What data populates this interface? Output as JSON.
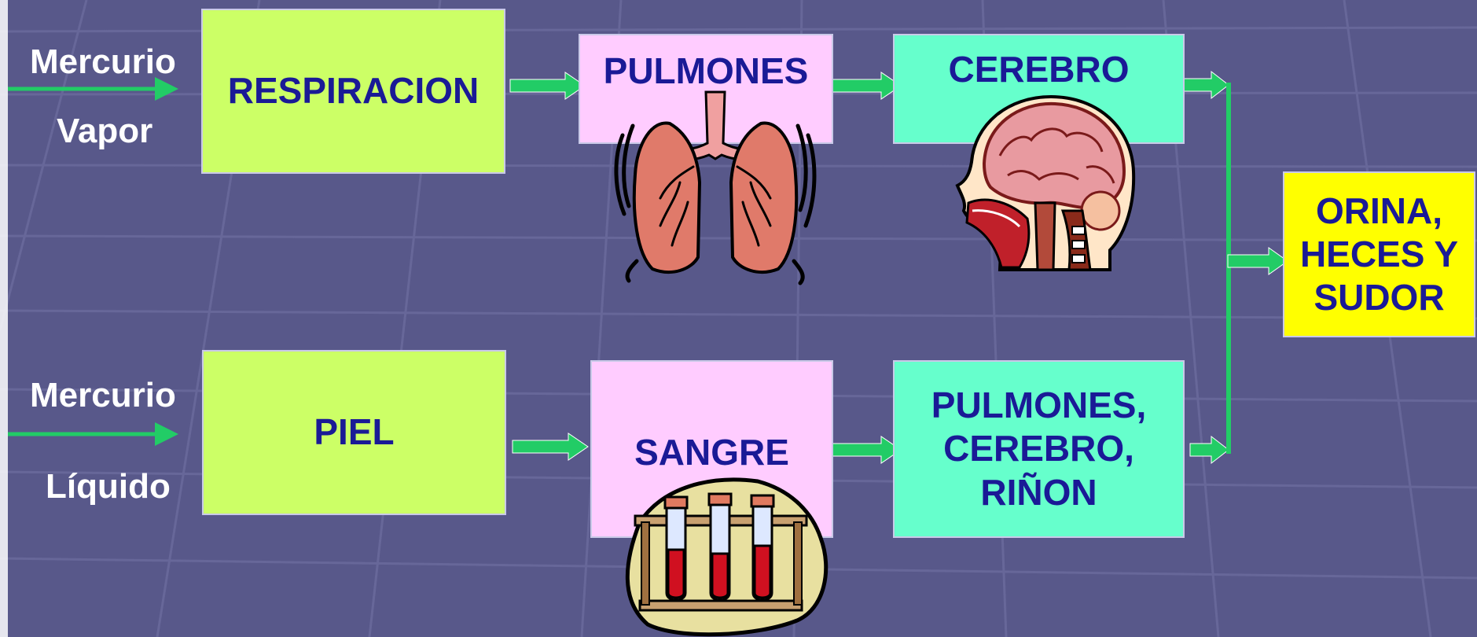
{
  "inputs": {
    "top": {
      "line1": "Mercurio",
      "line2": "Vapor"
    },
    "bottom": {
      "line1": "Mercurio",
      "line2": "Líquido"
    }
  },
  "nodes": {
    "respiracion": "RESPIRACION",
    "pulmones": "PULMONES",
    "cerebro": "CEREBRO",
    "piel": "PIEL",
    "sangre": "SANGRE",
    "organos_line1": "PULMONES,",
    "organos_line2": "CEREBRO,",
    "organos_line3": "RIÑON",
    "salida_line1": "ORINA,",
    "salida_line2": "HECES Y",
    "salida_line3": "SUDOR"
  },
  "colors": {
    "background": "#58588a",
    "arrow": "#22cc66",
    "box_text": "#1a1a96",
    "input_text": "#ffffff"
  },
  "icons": [
    "lungs-icon",
    "brain-head-icon",
    "test-tubes-icon"
  ]
}
